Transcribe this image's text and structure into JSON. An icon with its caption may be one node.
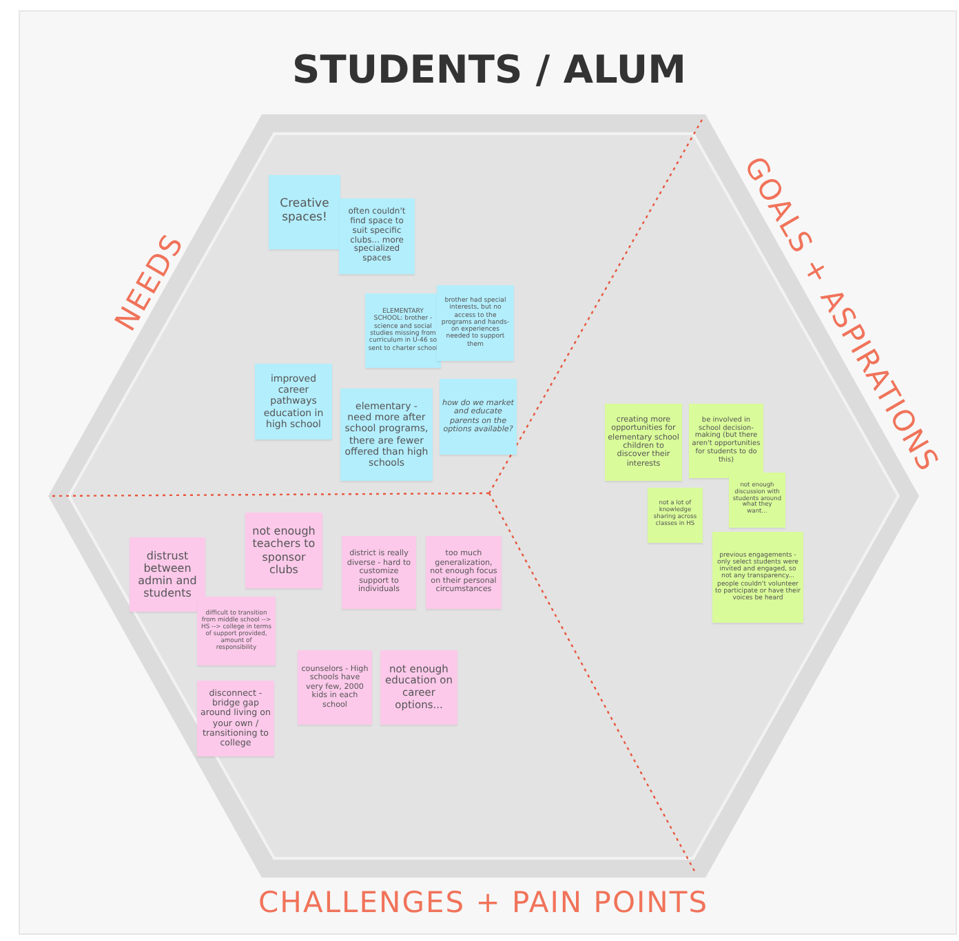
{
  "diagram": {
    "title": "STUDENTS / ALUM",
    "nodes": [
      {
        "text": [
          "Creative spaces!"
        ]
      },
      {
        "text": [
          "often couldn't find space to suit specific clubs... more specialized spaces"
        ]
      },
      {
        "text": [
          "ELEMENTARY SCHOOL: brother - science and social studies missing from curriculum in U-46 so sent to charter school"
        ]
      },
      {
        "text": [
          "brother had special interests, but no access to the programs and hands-on experiences needed to support them"
        ]
      },
      {
        "text": [
          "improved career pathways education in high school"
        ]
      },
      {
        "text": [
          "elementary - need more after school programs, there are fewer offered than high schools"
        ]
      },
      {
        "text": [
          "how do we market and educate parents on the options available?"
        ]
      },
      {
        "text": [
          "creating more opportunities for elementary school children to discover their interests"
        ]
      },
      {
        "text": [
          "be involved in school decision-making (but there aren't opportunities for students to do this)"
        ]
      },
      {
        "text": [
          "not a lot of knowledge sharing across classes in HS"
        ]
      },
      {
        "text": [
          "not enough discussion with students around what they want..."
        ]
      },
      {
        "text": [
          "previous engagements - only select students were invited and engaged, so not any transparency... people couldn't volunteer to participate or have their voices be heard"
        ]
      },
      {
        "text": [
          "distrust between admin and students"
        ]
      },
      {
        "text": [
          "not enough teachers to sponsor clubs"
        ]
      },
      {
        "text": [
          "difficult to transition from middle school --> HS --> college in terms of support provided, amount of responsibility"
        ]
      },
      {
        "text": [
          "district is really diverse - hard to customize support to individuals"
        ]
      },
      {
        "text": [
          "too much generalization, not enough focus on their personal circumstances"
        ]
      },
      {
        "text": [
          "disconnect - bridge gap around living on your own / transitioning to college"
        ]
      },
      {
        "text": [
          "counselors - High schools have very few, 2000 kids in each school"
        ]
      },
      {
        "text": [
          "not enough education on career options..."
        ]
      }
    ],
    "labels": [
      "NEEDS",
      "GOALS + ASPIRATIONS",
      "CHALLENGES + PAIN POINTS"
    ]
  }
}
